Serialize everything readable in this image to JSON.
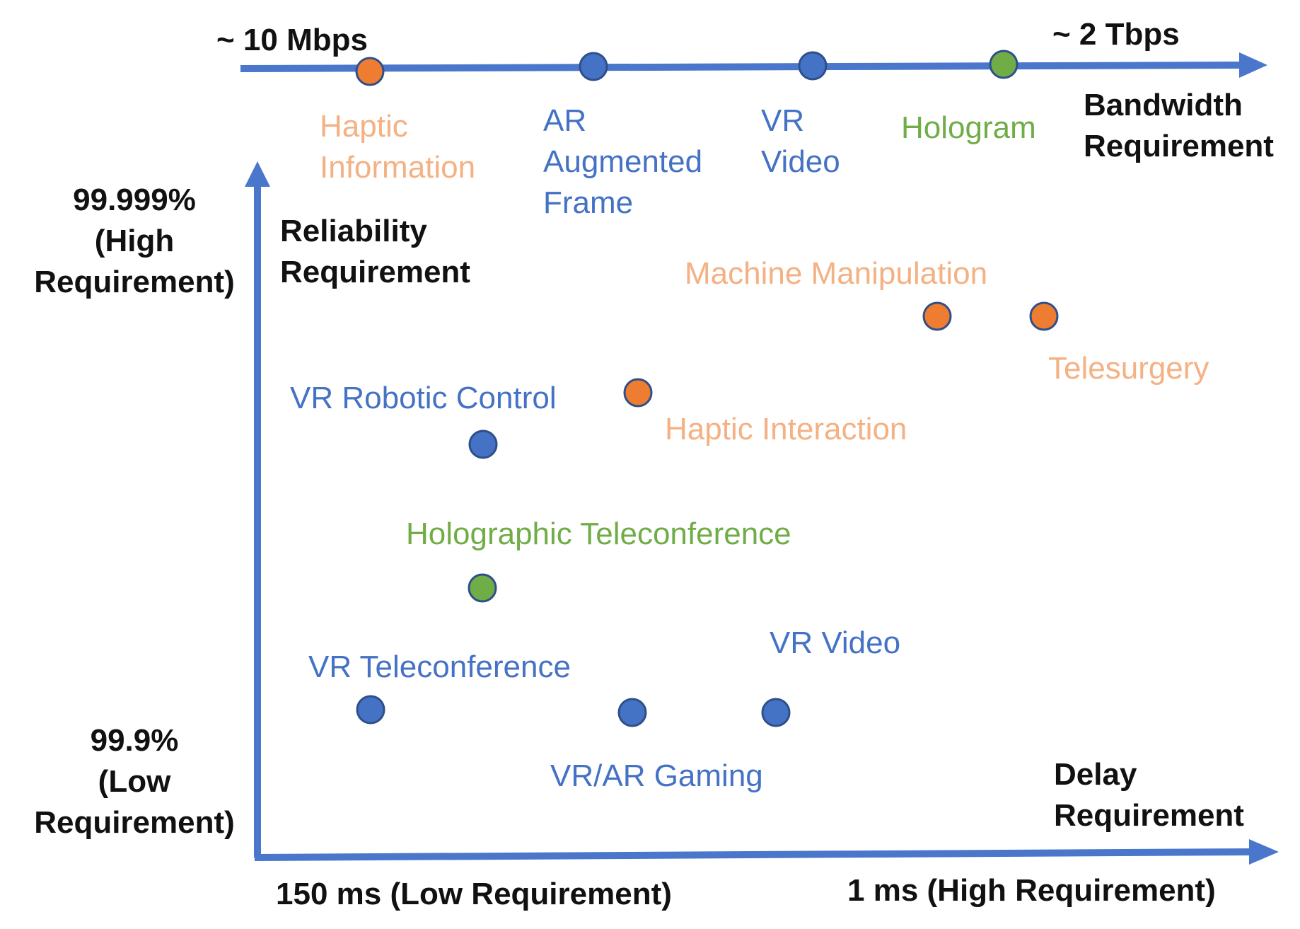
{
  "colors": {
    "axis": "#4a77cc",
    "orange_dot": "#ee7d31",
    "orange_text": "#f4b183",
    "blue_dot": "#4472c4",
    "blue_text": "#4472c4",
    "green_dot": "#70ad47",
    "green_text": "#70ad47",
    "dark_text": "#111111"
  },
  "bandwidth_axis": {
    "min_label": "~ 10 Mbps",
    "max_label": "~ 2 Tbps",
    "title": "Bandwidth\nRequirement"
  },
  "bandwidth_points": [
    {
      "key": "haptic_information",
      "label": "Haptic\nInformation",
      "color": "orange"
    },
    {
      "key": "ar_augmented_frame",
      "label": "AR\nAugmented\nFrame",
      "color": "blue"
    },
    {
      "key": "vr_video",
      "label": "VR\nVideo",
      "color": "blue"
    },
    {
      "key": "hologram",
      "label": "Hologram",
      "color": "green"
    }
  ],
  "reliability_axis": {
    "high_label": "99.999%\n(High\nRequirement)",
    "low_label": "99.9%\n(Low\nRequirement)",
    "title": "Reliability\nRequirement"
  },
  "delay_axis": {
    "low_label": "150 ms (Low Requirement)",
    "high_label": "1 ms (High Requirement)",
    "title": "Delay\nRequirement"
  },
  "scatter_points": [
    {
      "key": "machine_manipulation",
      "label": "Machine Manipulation",
      "color": "orange"
    },
    {
      "key": "telesurgery",
      "label": "Telesurgery",
      "color": "orange"
    },
    {
      "key": "haptic_interaction",
      "label": "Haptic Interaction",
      "color": "orange"
    },
    {
      "key": "vr_robotic_control",
      "label": "VR Robotic Control",
      "color": "blue"
    },
    {
      "key": "holographic_teleconference",
      "label": "Holographic Teleconference",
      "color": "green"
    },
    {
      "key": "vr_teleconference",
      "label": "VR Teleconference",
      "color": "blue"
    },
    {
      "key": "vr_ar_gaming",
      "label": "VR/AR Gaming",
      "color": "blue"
    },
    {
      "key": "vr_video_low",
      "label": "VR Video",
      "color": "blue"
    }
  ]
}
